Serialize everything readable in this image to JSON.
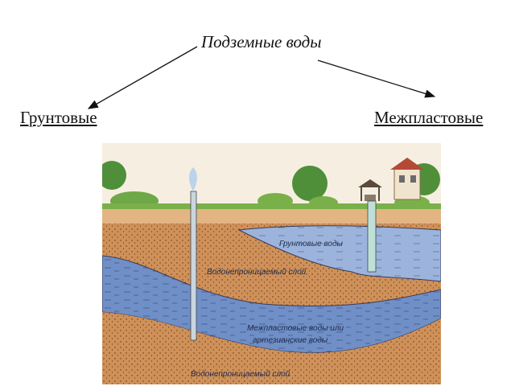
{
  "title": "Подземные воды",
  "categories": {
    "left": "Грунтовые",
    "right": "Межпластовые"
  },
  "diagram": {
    "groundwater": "Грунтовые воды",
    "impermeable_top": "Водонепроницаемый слой",
    "artesian_line1": "Межпластовые воды или",
    "artesian_line2": "артезианские воды",
    "impermeable_bottom": "Водонепроницаемый слой"
  },
  "colors": {
    "soil": "#c98a4f",
    "water": "#6f8fc6",
    "light_water": "#9cb4dc",
    "grass": "#7ab04a"
  }
}
